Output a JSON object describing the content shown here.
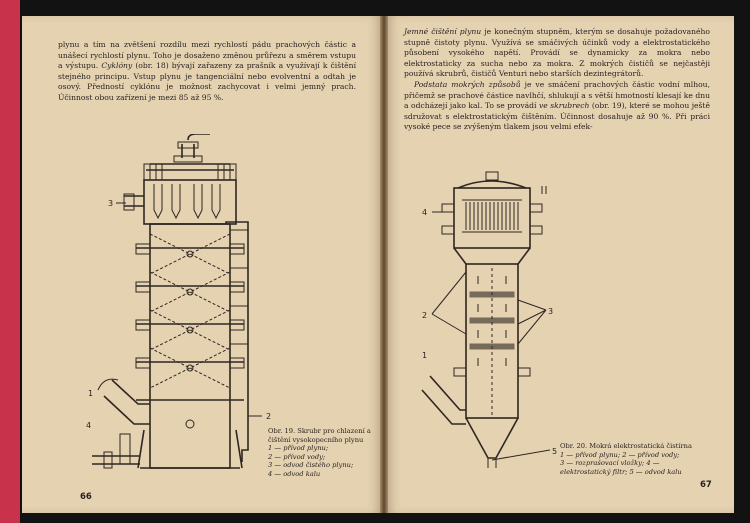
{
  "left_page": {
    "paragraph_1": "plynu a tím na zvětšení rozdílu mezi rychlostí pádu prachových částic a unášecí rychlostí plynu. Toho je dosaženo změnou průřezu a směrem vstupu a výstupu.",
    "cyclone_term": "Cyklóny",
    "paragraph_2": "(obr. 18) bývají zařazeny za prašník a využívají k čištění stejného principu. Vstup plynu je tangenciální nebo evolventní a odtah je osový. Předností cyklónu je možnost zachycovat i velmi jemný prach. Účinnost obou zařízení je mezi 85 až 95 %.",
    "caption_title": "Obr. 19. Skrubr pro chlazení a čištění vysokopecního plynu",
    "caption_items": [
      "1 — přívod plynu;",
      "2 — přívod vody;",
      "3 — odvod čistého plynu;",
      "4 — odvod kalu"
    ],
    "page_number": "66",
    "figure_labels": [
      "3",
      "1",
      "2",
      "4"
    ]
  },
  "right_page": {
    "fine_term": "Jemné čištění plynu",
    "paragraph_1": "je konečným stupněm, kterým se dosahuje požadovaného stupně čistoty plynu. Využívá se smáčivých účinků vody a elektrostatického působení vysokého napětí. Provádí se dynamicky za mokra nebo elektrostaticky za sucha nebo za mokra. Z mokrých čističů se nejčastěji používá skrubrů, čističů Venturi nebo starších dezintegrátorů.",
    "wet_term": "Podstata mokrých způsobů",
    "paragraph_2": "je ve smáčení prachových částic vodní mlhou, přičemž se prachové částice navlhčí, shlukují a s větší hmotností klesají ke dnu a odcházejí jako kal. To se provádí",
    "scrubber_term": "ve skrubrech",
    "paragraph_3": "(obr. 19), které se mohou ještě sdružovat s elektrostatickým čištěním. Účinnost dosahuje až 90 %. Při práci vysoké pece se zvýšeným tlakem jsou velmi efek-",
    "caption_title": "Obr. 20. Mokrá elektrostatická čistírna",
    "caption_items": [
      "1 — přívod plynu; 2 — přívod vody;",
      "3 — rozprašovací vložky; 4 —",
      "elektrostatický filtr; 5 — odvod kalu"
    ],
    "page_number": "67",
    "figure_labels": [
      "4",
      "2",
      "3",
      "1",
      "5"
    ]
  },
  "colors": {
    "paper": "#e4d2b1",
    "ink": "#2a2220",
    "edge_red": "#c8324a"
  }
}
